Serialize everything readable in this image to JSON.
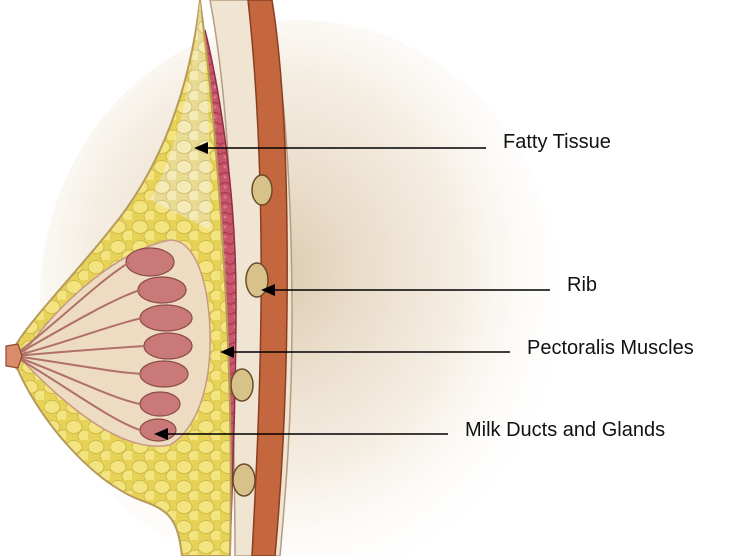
{
  "labels": {
    "fatty_tissue": "Fatty Tissue",
    "rib": "Rib",
    "pectoralis_muscles": "Pectoralis Muscles",
    "milk_ducts_glands": "Milk Ducts and Glands"
  },
  "colors": {
    "skin": "#f1e0b8",
    "fat": "#e9d75e",
    "fat_lobule": "#f2e27a",
    "gland": "#c97a78",
    "gland_light": "#e3b0ab",
    "muscle": "#c8566a",
    "rib": "#b85a3c",
    "arrow": "#000000"
  }
}
